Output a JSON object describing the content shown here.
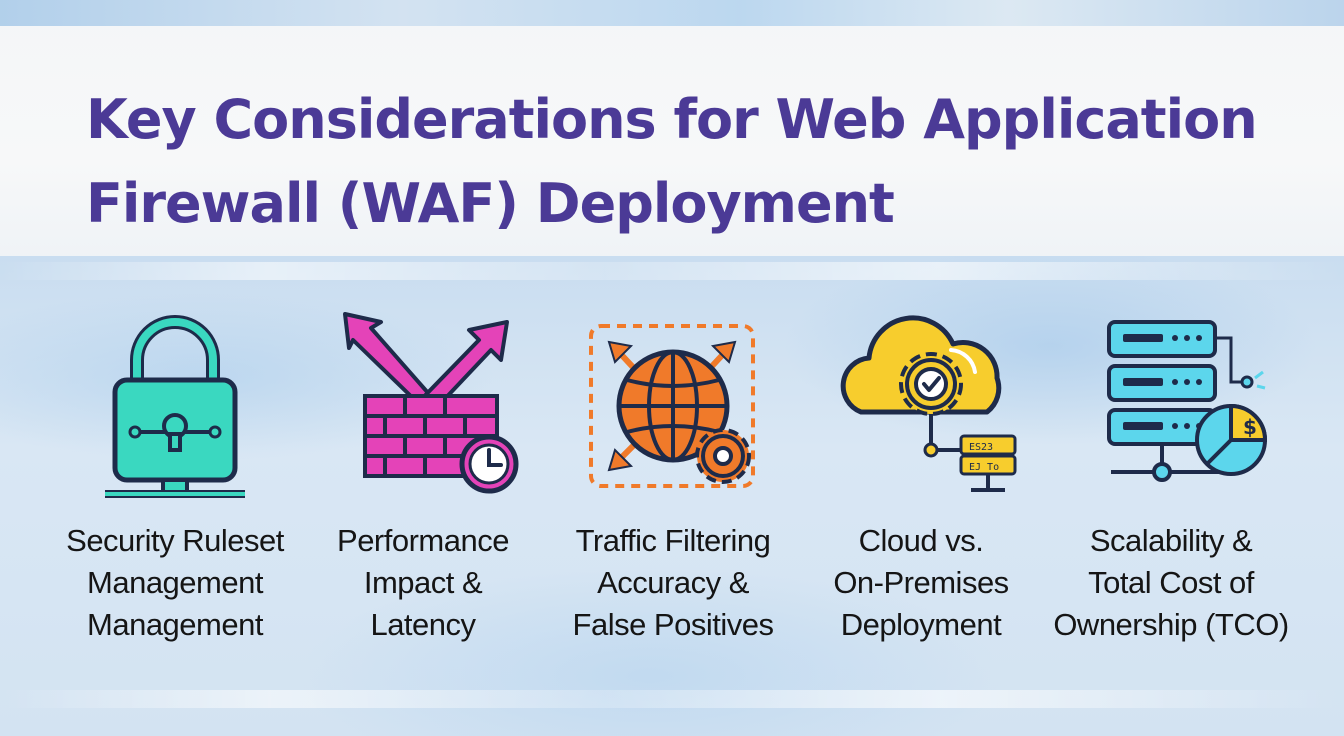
{
  "title_line1": "Key Considerations for Web Application",
  "title_line2": "Firewall (WAF) Deployment",
  "items": [
    {
      "icon": "padlock-network-icon",
      "lines": [
        "Security Ruleset",
        "Management",
        "Management"
      ]
    },
    {
      "icon": "firewall-arrows-clock-icon",
      "lines": [
        "Performance",
        "Impact &",
        "Latency"
      ]
    },
    {
      "icon": "globe-gear-filter-icon",
      "lines": [
        "Traffic Filtering",
        "Accuracy &",
        "False Positives"
      ]
    },
    {
      "icon": "cloud-gear-server-icon",
      "lines": [
        "Cloud vs.",
        "On-Premises",
        "Deployment"
      ]
    },
    {
      "icon": "server-rack-cost-chart-icon",
      "lines": [
        "Scalability &",
        "Total Cost of",
        "Ownership (TCO)"
      ]
    }
  ],
  "server_small_labels": [
    "ES23",
    "EJ To"
  ],
  "cost_symbol": "$",
  "colors": {
    "title": "#4b3a96",
    "teal": "#3ad8c0",
    "magenta": "#e443b8",
    "orange": "#f07a2a",
    "yellow": "#f7cd2d",
    "cyan": "#5cd6ec",
    "outline": "#1e2b4a"
  }
}
